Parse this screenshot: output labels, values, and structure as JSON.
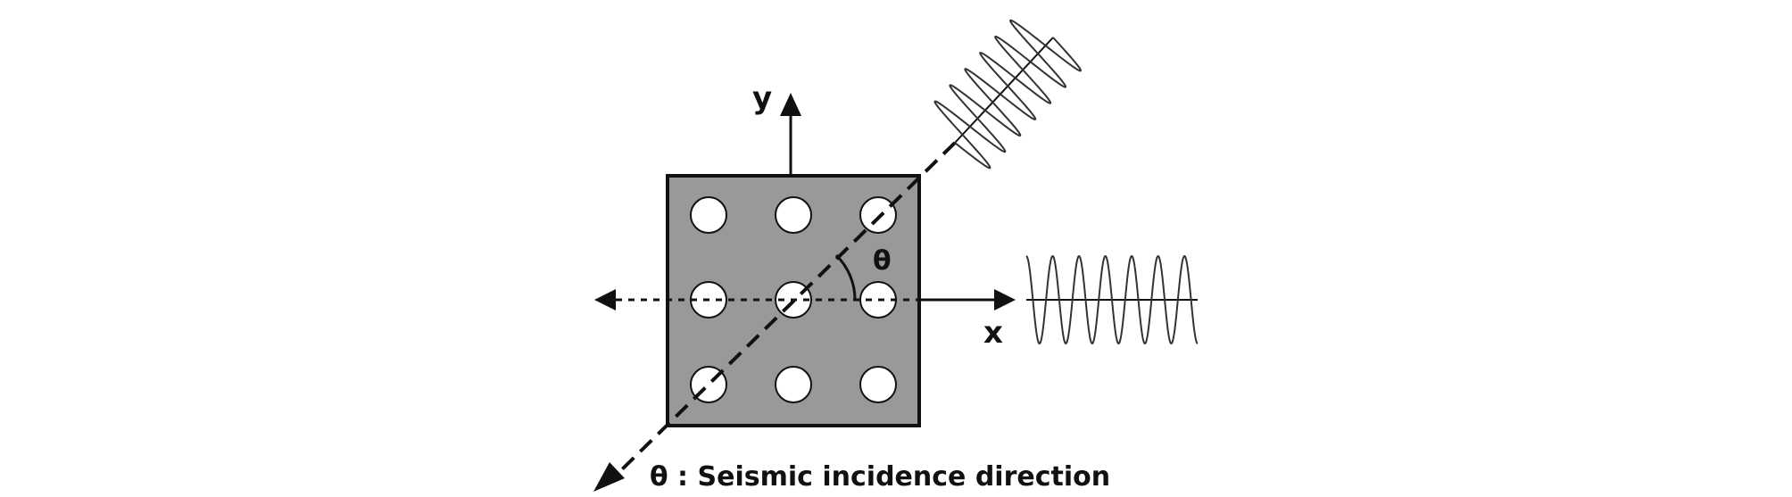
{
  "labels": {
    "y_axis": "y",
    "x_axis": "x",
    "angle": "θ",
    "caption": "θ : Seismic incidence direction"
  },
  "colors": {
    "plate_fill": "#999999",
    "ink": "#111111",
    "hole_fill": "#ffffff",
    "background": "#ffffff"
  },
  "grid": {
    "rows": 3,
    "cols": 3
  }
}
